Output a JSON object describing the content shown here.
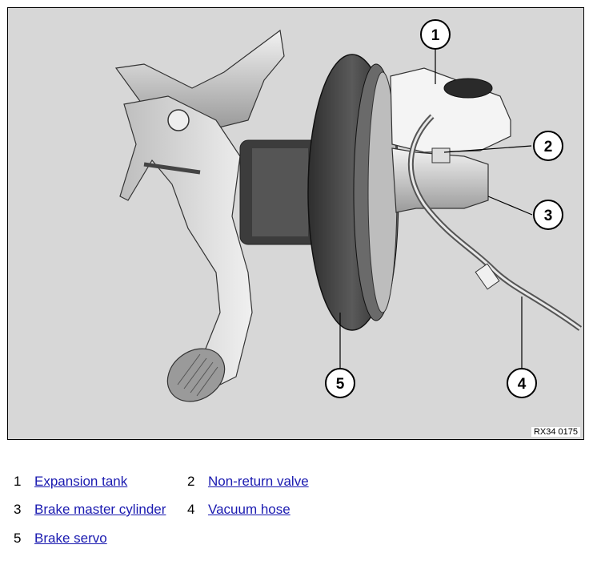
{
  "figure": {
    "id_label": "RX34 0175",
    "background_color": "#d7d7d7",
    "callouts": [
      "1",
      "2",
      "3",
      "4",
      "5"
    ]
  },
  "legend": {
    "link_color": "#1a1ab0",
    "items": [
      {
        "number": "1",
        "label": "Expansion tank"
      },
      {
        "number": "2",
        "label": "Non-return valve"
      },
      {
        "number": "3",
        "label": "Brake master cylinder"
      },
      {
        "number": "4",
        "label": "Vacuum hose"
      },
      {
        "number": "5",
        "label": "Brake servo"
      }
    ]
  }
}
